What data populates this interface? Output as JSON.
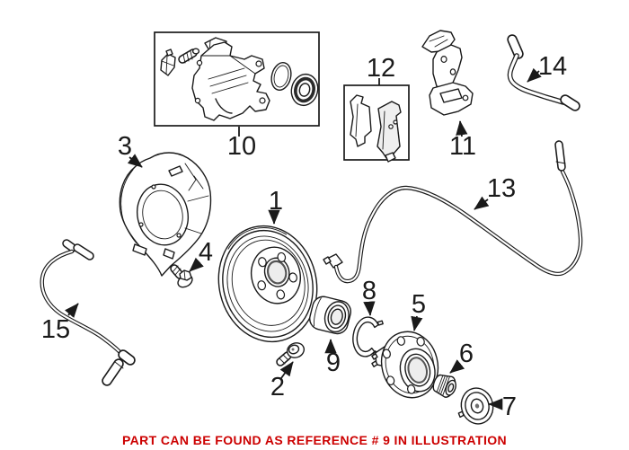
{
  "diagram": {
    "background": "#ffffff",
    "ink": "#1a1a1a",
    "callouts": [
      "1",
      "2",
      "3",
      "4",
      "5",
      "6",
      "7",
      "8",
      "9",
      "10",
      "11",
      "12",
      "13",
      "14",
      "15"
    ],
    "footer": {
      "text": "PART CAN BE FOUND AS REFERENCE # 9 IN ILLUSTRATION",
      "color": "#cc0000"
    }
  }
}
